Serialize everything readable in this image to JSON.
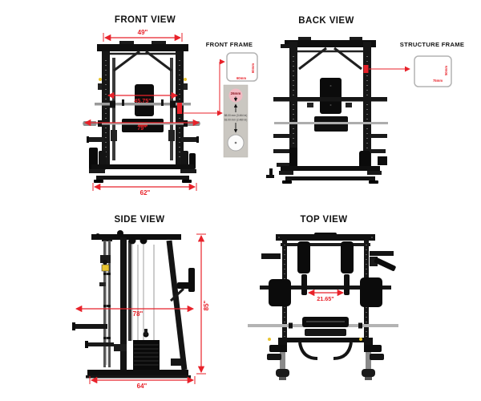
{
  "views": {
    "front": {
      "title": "FRONT VIEW",
      "dim_top_width": "49\"",
      "dim_inner_width": "45.75\"",
      "dim_bar_length": "79\"",
      "dim_base_width": "62\""
    },
    "back": {
      "title": "BACK VIEW"
    },
    "side": {
      "title": "SIDE VIEW",
      "dim_depth": "78\"",
      "dim_height": "85\"",
      "dim_base_depth": "64\""
    },
    "top": {
      "title": "TOP VIEW",
      "dim_inner_width": "21.65\""
    }
  },
  "callouts": {
    "front_frame": {
      "title": "FRONT FRAME",
      "height_label": "60mm",
      "width_label": "60mm"
    },
    "structure_frame": {
      "title": "STRUCTURE FRAME",
      "height_label": "50mm",
      "width_label": "75mm"
    },
    "bar_detail": {
      "diameter_label": "26mm",
      "spec_line1": "88.00 mm (3.464 in)",
      "spec_line2": "63.00 mm (2.480 in)"
    }
  },
  "colors": {
    "dimension_red": "#e8222a",
    "frame_black": "#141414",
    "barbell_gray": "#adadad",
    "accent_yellow": "#e8c531",
    "panel_gray": "#cac7c1",
    "pink_circle": "#f2bac3"
  }
}
